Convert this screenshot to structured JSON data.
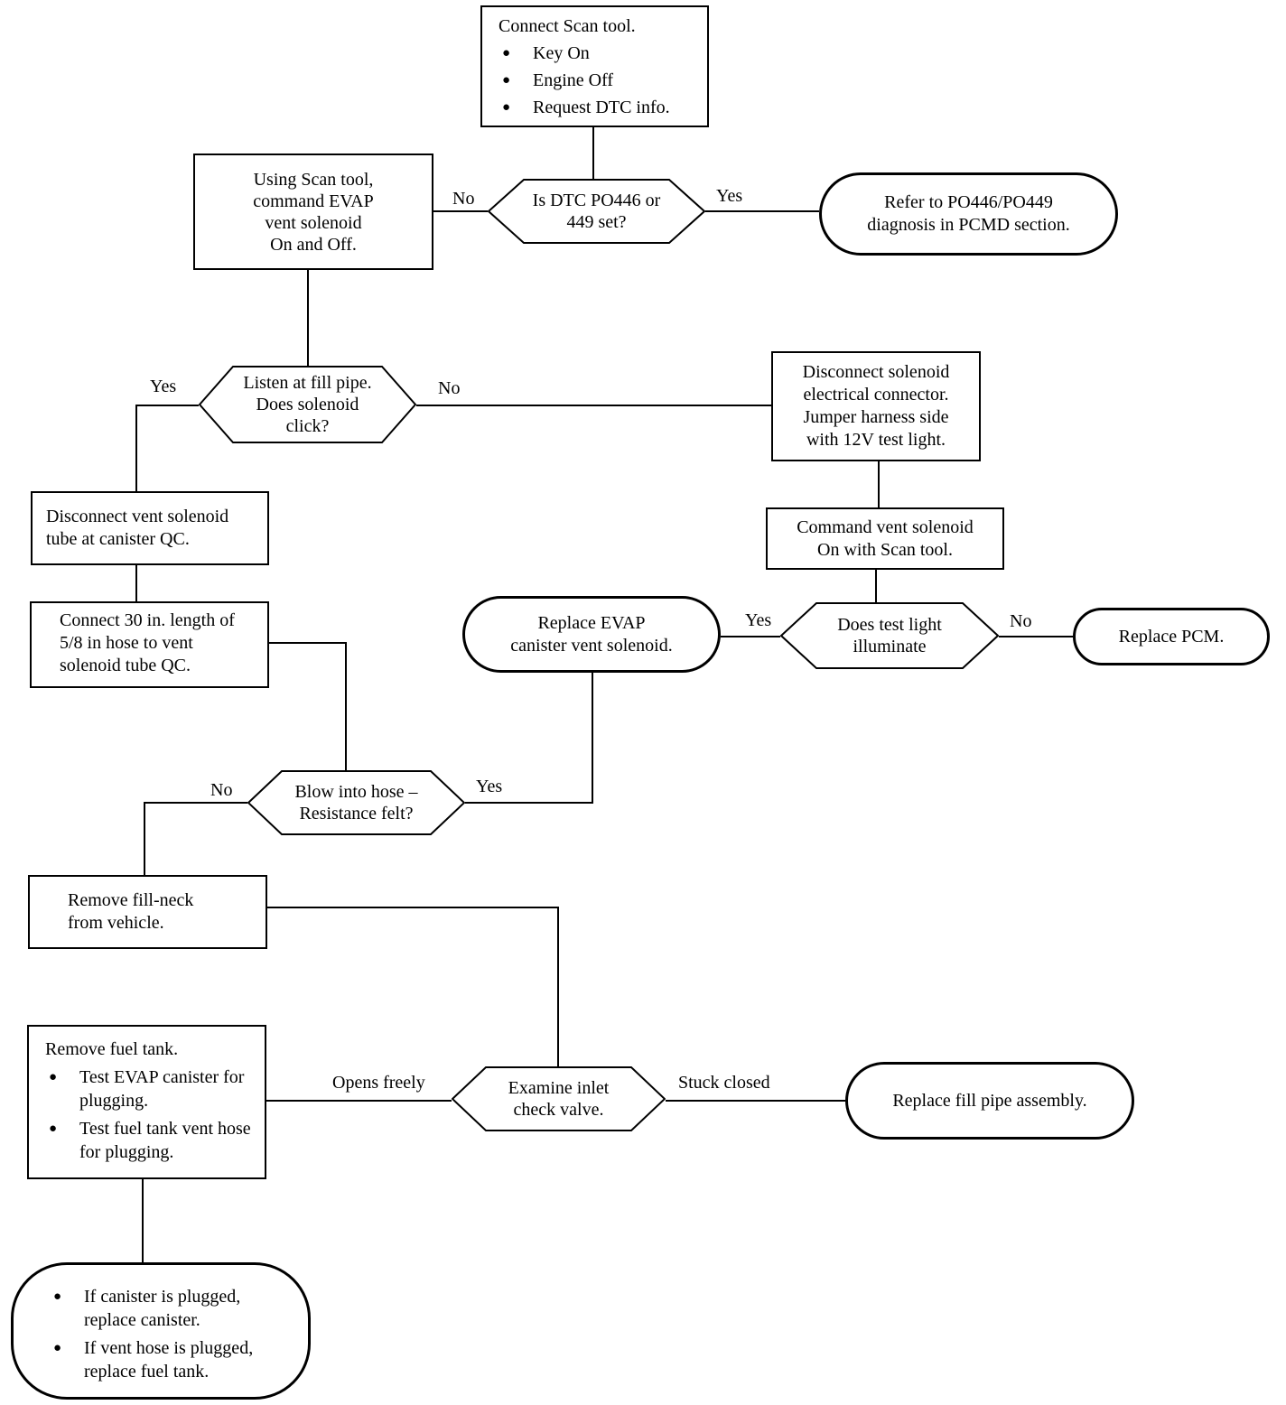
{
  "nodes": {
    "connect_scan": {
      "title": "Connect Scan tool.",
      "items": [
        "Key On",
        "Engine Off",
        "Request DTC info."
      ]
    },
    "dtc_decision": {
      "lines": [
        "Is DTC PO446 or",
        "449 set?"
      ]
    },
    "refer_end": {
      "lines": [
        "Refer to PO446/PO449",
        "diagnosis in PCMD section."
      ]
    },
    "using_scan": {
      "lines": [
        "Using Scan tool,",
        "command EVAP",
        "vent solenoid",
        "On and Off."
      ]
    },
    "listen_decision": {
      "lines": [
        "Listen at fill pipe.",
        "Does solenoid",
        "click?"
      ]
    },
    "disconnect_solenoid": {
      "lines": [
        "Disconnect solenoid",
        "electrical connector.",
        "Jumper harness side",
        "with 12V test light."
      ]
    },
    "command_vent": {
      "lines": [
        "Command vent solenoid",
        "On with Scan tool."
      ]
    },
    "test_light_decision": {
      "lines": [
        "Does test light",
        "illuminate"
      ]
    },
    "replace_pcm": {
      "lines": [
        "Replace PCM."
      ]
    },
    "replace_evap": {
      "lines": [
        "Replace EVAP",
        "canister vent solenoid."
      ]
    },
    "disconnect_vent": {
      "lines": [
        "Disconnect vent solenoid",
        "tube at canister QC."
      ]
    },
    "connect_hose": {
      "lines": [
        "Connect 30 in. length of",
        "5/8 in hose to vent",
        "solenoid tube QC."
      ]
    },
    "blow_decision": {
      "lines": [
        "Blow into hose –",
        "Resistance felt?"
      ]
    },
    "remove_fillneck": {
      "lines": [
        "Remove fill-neck",
        "from vehicle."
      ]
    },
    "remove_tank": {
      "title": "Remove fuel tank.",
      "items": [
        "Test EVAP canister for plugging.",
        "Test fuel tank vent hose for plugging."
      ]
    },
    "examine_decision": {
      "lines": [
        "Examine inlet",
        "check valve."
      ]
    },
    "replace_fillpipe": {
      "lines": [
        "Replace fill pipe assembly."
      ]
    },
    "final_end": {
      "items": [
        "If canister is plugged, replace canister.",
        "If vent hose is plugged, replace fuel tank."
      ]
    }
  },
  "labels": {
    "dtc_no": "No",
    "dtc_yes": "Yes",
    "listen_yes": "Yes",
    "listen_no": "No",
    "light_yes": "Yes",
    "light_no": "No",
    "blow_no": "No",
    "blow_yes": "Yes",
    "opens_freely": "Opens freely",
    "stuck_closed": "Stuck closed"
  }
}
